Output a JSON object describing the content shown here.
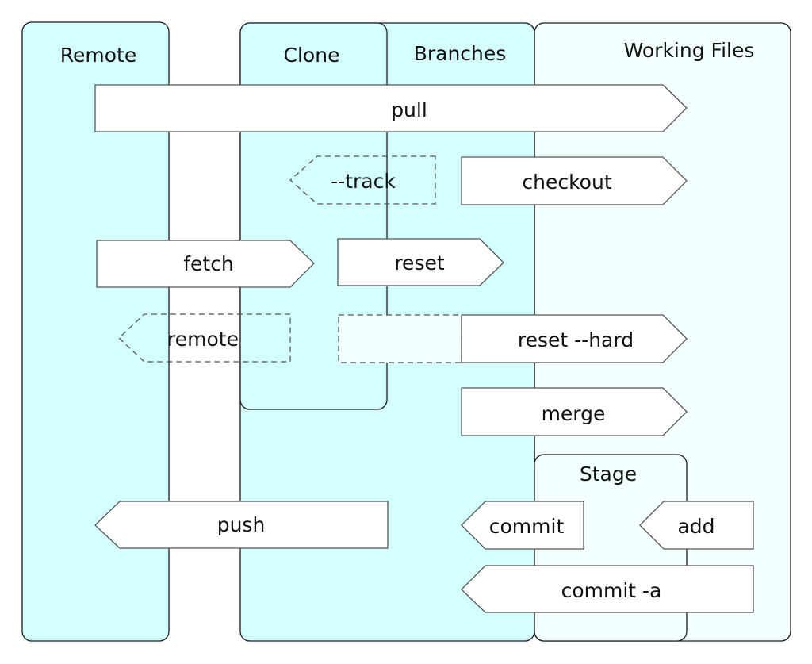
{
  "colors": {
    "lane_fill_cyan": "#d4ffff",
    "lane_fill_light": "#f4ffff",
    "arrow_fill": "#ffffff",
    "placeholder_fill": "#f4ffff",
    "stroke": "#1a1a1a",
    "arrow_stroke": "#555555"
  },
  "lanes": {
    "remote": "Remote",
    "clone": "Clone",
    "branches": "Branches",
    "working_files": "Working Files",
    "stage": "Stage"
  },
  "commands": {
    "pull": "pull",
    "track": "--track",
    "checkout": "checkout",
    "fetch": "fetch",
    "reset": "reset",
    "remote": "remote",
    "reset_hard": "reset --hard",
    "merge": "merge",
    "push": "push",
    "commit": "commit",
    "add": "add",
    "commit_a": "commit -a"
  }
}
